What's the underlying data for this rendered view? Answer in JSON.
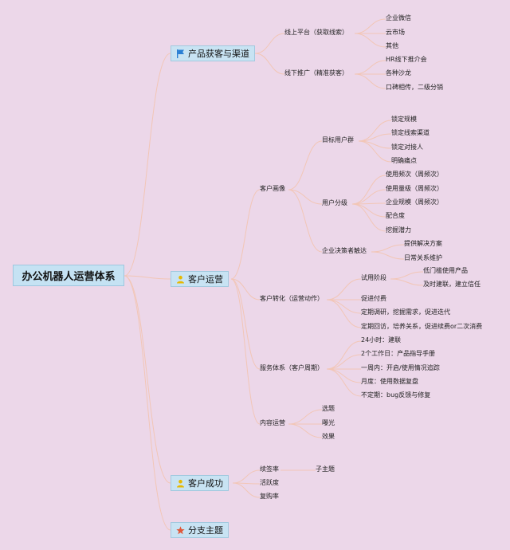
{
  "root": "办公机器人运营体系",
  "branches": {
    "b1": {
      "label": "产品获客与渠道",
      "online": {
        "label": "线上平台（获取线索）",
        "items": [
          "企业微信",
          "云市场",
          "其他"
        ]
      },
      "offline": {
        "label": "线下推广（精准获客）",
        "items": [
          "HR线下推介会",
          "各种沙龙",
          "口碑相传，二级分销"
        ]
      }
    },
    "b2": {
      "label": "客户运营",
      "portrait": {
        "label": "客户画像",
        "target": {
          "label": "目标用户群",
          "items": [
            "锁定规模",
            "锁定线索渠道",
            "锁定对接人",
            "明确痛点"
          ]
        },
        "tier": {
          "label": "用户分级",
          "items": [
            "使用频次（周频次）",
            "使用量级（周频次）",
            "企业规模（周频次）",
            "配合度",
            "挖掘潜力"
          ]
        },
        "decision": {
          "label": "企业决策者触达",
          "items": [
            "提供解决方案",
            "日常关系维护"
          ]
        }
      },
      "convert": {
        "label": "客户转化（运营动作）",
        "trial": {
          "label": "试用阶段",
          "items": [
            "低门槛使用产品",
            "及时建联，建立信任"
          ]
        },
        "items": [
          "促进付费",
          "定期调研，挖掘需求，促进迭代",
          "定期回访，培养关系，促进续费or二次消费"
        ]
      },
      "service": {
        "label": "服务体系（客户周期）",
        "items": [
          "24小时：建联",
          "2个工作日：产品指导手册",
          "一周内：开启/使用情况追踪",
          "月度：使用数据复盘",
          "不定期：bug反馈与修复"
        ]
      },
      "content": {
        "label": "内容运营",
        "items": [
          "选题",
          "曝光",
          "效果"
        ]
      }
    },
    "b3": {
      "label": "客户成功",
      "items": [
        "续签率",
        "活跃度",
        "复购率"
      ],
      "sub_topic": "子主题"
    },
    "b4": {
      "label": "分支主题"
    }
  },
  "icons": {
    "b1": "flag-icon",
    "b2": "people-icon",
    "b3": "people-icon",
    "b4": "star-icon"
  },
  "colors": {
    "background": "#ecd7e9",
    "node_fill": "#c8e3f3",
    "connector": "#f2c6b6",
    "flag": "#2a7fd4",
    "people": "#e6b800",
    "star": "#e0583a"
  }
}
